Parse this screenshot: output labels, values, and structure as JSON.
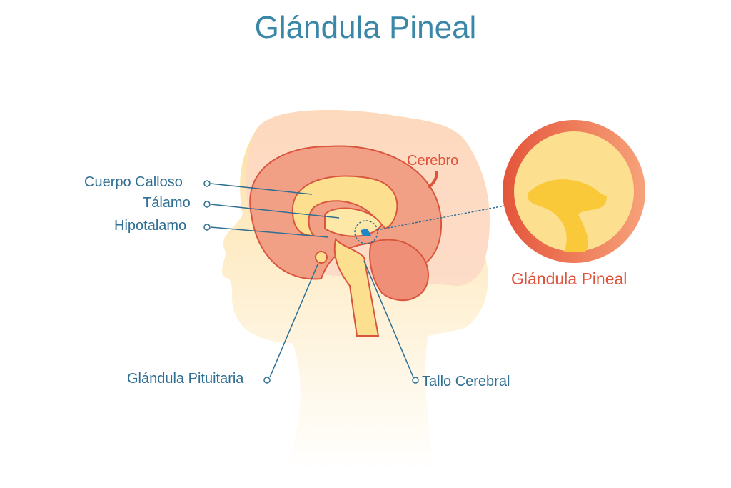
{
  "title": "Glándula Pineal",
  "labels": {
    "corpus": "Cuerpo Calloso",
    "thalamus": "Tálamo",
    "hypothalamus": "Hipotalamo",
    "cerebrum": "Cerebro",
    "pituitary": "Glándula Pituitaria",
    "brainstem": "Tallo Cerebral",
    "pineal": "Glándula Pineal"
  },
  "colors": {
    "title": "#3b87a8",
    "label": "#2f6f93",
    "accent": "#e0513a",
    "brain": "#ef9a80",
    "skin": "#fde4a8"
  }
}
